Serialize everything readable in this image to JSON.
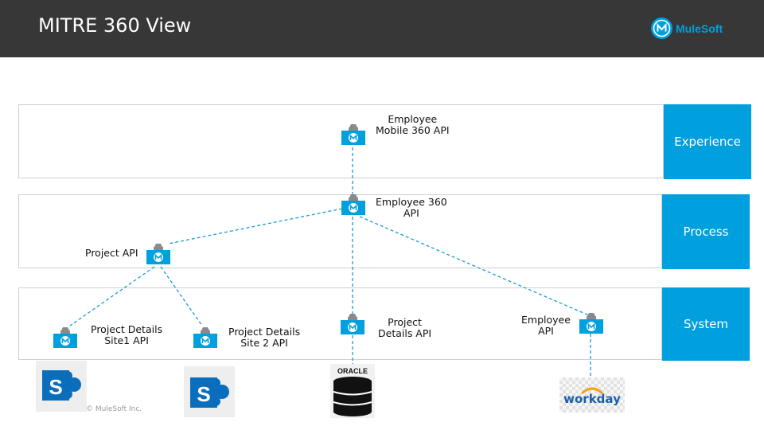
{
  "header": {
    "title": "MITRE 360 View"
  },
  "brand": {
    "name": "MuleSoft",
    "color": "#00a0df",
    "icon": "mulesoft-logo-icon"
  },
  "layers": [
    {
      "label": "Experience"
    },
    {
      "label": "Process"
    },
    {
      "label": "System"
    }
  ],
  "apis": {
    "employee_mobile_360": "Employee\nMobile 360 API",
    "employee_360": "Employee 360\nAPI",
    "project": "Project API",
    "project_details_site1": "Project Details\nSite1 API",
    "project_details_site2": "Project Details\nSite 2 API",
    "project_details": "Project\nDetails API",
    "employee": "Employee\nAPI"
  },
  "systems": {
    "sharepoint_1": {
      "icon": "sharepoint-icon",
      "letter": "S"
    },
    "sharepoint_2": {
      "icon": "sharepoint-icon",
      "letter": "S"
    },
    "oracle": {
      "icon": "oracle-database-icon",
      "label": "ORACLE"
    },
    "workday": {
      "icon": "workday-logo-icon",
      "label": "workday"
    }
  },
  "connection_style": {
    "color": "#1a9ad6",
    "line": "dashed"
  },
  "footer": {
    "copyright": "© MuleSoft Inc."
  }
}
